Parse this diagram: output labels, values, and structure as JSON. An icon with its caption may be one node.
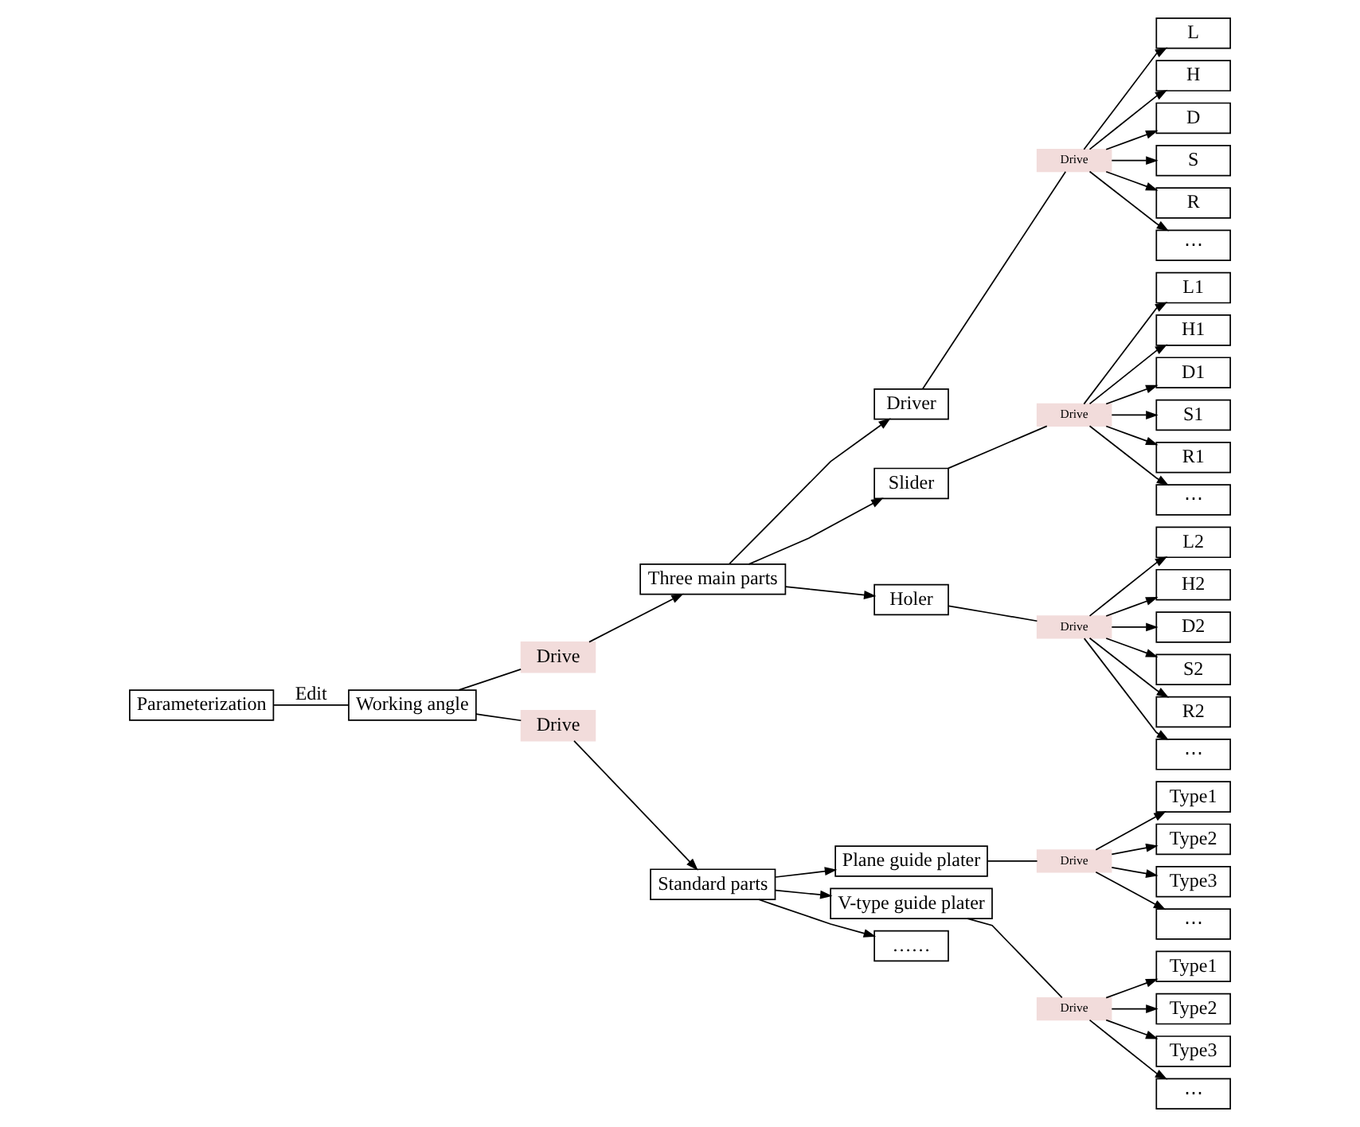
{
  "diagram": {
    "nodes": [
      {
        "text": [
          "Parameterization"
        ]
      },
      {
        "text": [
          "Working angle"
        ]
      },
      {
        "text": [
          "Drive"
        ]
      },
      {
        "text": [
          "Three main parts"
        ]
      },
      {
        "text": [
          "Drive"
        ]
      },
      {
        "text": [
          "Standard parts"
        ]
      },
      {
        "text": [
          "Driver"
        ]
      },
      {
        "text": [
          "Drive"
        ]
      },
      {
        "text": [
          "L"
        ]
      },
      {
        "text": [
          "H"
        ]
      },
      {
        "text": [
          "D"
        ]
      },
      {
        "text": [
          "S"
        ]
      },
      {
        "text": [
          "R"
        ]
      },
      {
        "text": [
          "⋯"
        ]
      },
      {
        "text": [
          "Slider"
        ]
      },
      {
        "text": [
          "Drive"
        ]
      },
      {
        "text": [
          "L1"
        ]
      },
      {
        "text": [
          "H1"
        ]
      },
      {
        "text": [
          "D1"
        ]
      },
      {
        "text": [
          "S1"
        ]
      },
      {
        "text": [
          "R1"
        ]
      },
      {
        "text": [
          "⋯"
        ]
      },
      {
        "text": [
          "Holer"
        ]
      },
      {
        "text": [
          "Drive"
        ]
      },
      {
        "text": [
          "L2"
        ]
      },
      {
        "text": [
          "H2"
        ]
      },
      {
        "text": [
          "D2"
        ]
      },
      {
        "text": [
          "S2"
        ]
      },
      {
        "text": [
          "R2"
        ]
      },
      {
        "text": [
          "⋯"
        ]
      },
      {
        "text": [
          "Plane guide plater"
        ]
      },
      {
        "text": [
          "Drive"
        ]
      },
      {
        "text": [
          "Type1"
        ]
      },
      {
        "text": [
          "Type2"
        ]
      },
      {
        "text": [
          "Type3"
        ]
      },
      {
        "text": [
          "⋯"
        ]
      },
      {
        "text": [
          "V-type guide plater"
        ]
      },
      {
        "text": [
          "Drive"
        ]
      },
      {
        "text": [
          "Type1"
        ]
      },
      {
        "text": [
          "Type2"
        ]
      },
      {
        "text": [
          "Type3"
        ]
      },
      {
        "text": [
          "⋯"
        ]
      },
      {
        "text": [
          "……"
        ]
      }
    ],
    "edges": [
      {
        "from": 0,
        "to": 1,
        "arrow": "none",
        "label": "Edit"
      },
      {
        "from": 1,
        "to": 2,
        "arrow": "none"
      },
      {
        "from": 2,
        "to": 3,
        "arrow": "to"
      },
      {
        "from": 1,
        "to": 4,
        "arrow": "none"
      },
      {
        "from": 4,
        "to": 5,
        "arrow": "to"
      },
      {
        "from": 3,
        "to": 6,
        "arrow": "to"
      },
      {
        "from": 3,
        "to": 14,
        "arrow": "to"
      },
      {
        "from": 3,
        "to": 22,
        "arrow": "to"
      },
      {
        "from": 6,
        "to": 7,
        "arrow": "none"
      },
      {
        "from": 7,
        "to": 8,
        "arrow": "to"
      },
      {
        "from": 7,
        "to": 9,
        "arrow": "to"
      },
      {
        "from": 7,
        "to": 10,
        "arrow": "to"
      },
      {
        "from": 7,
        "to": 11,
        "arrow": "to"
      },
      {
        "from": 7,
        "to": 12,
        "arrow": "to"
      },
      {
        "from": 7,
        "to": 13,
        "arrow": "to"
      },
      {
        "from": 14,
        "to": 15,
        "arrow": "none"
      },
      {
        "from": 15,
        "to": 16,
        "arrow": "to"
      },
      {
        "from": 15,
        "to": 17,
        "arrow": "to"
      },
      {
        "from": 15,
        "to": 18,
        "arrow": "to"
      },
      {
        "from": 15,
        "to": 19,
        "arrow": "to"
      },
      {
        "from": 15,
        "to": 20,
        "arrow": "to"
      },
      {
        "from": 15,
        "to": 21,
        "arrow": "to"
      },
      {
        "from": 22,
        "to": 23,
        "arrow": "none"
      },
      {
        "from": 23,
        "to": 24,
        "arrow": "to"
      },
      {
        "from": 23,
        "to": 25,
        "arrow": "to"
      },
      {
        "from": 23,
        "to": 26,
        "arrow": "to"
      },
      {
        "from": 23,
        "to": 27,
        "arrow": "to"
      },
      {
        "from": 23,
        "to": 28,
        "arrow": "to"
      },
      {
        "from": 23,
        "to": 29,
        "arrow": "to"
      },
      {
        "from": 5,
        "to": 30,
        "arrow": "to"
      },
      {
        "from": 5,
        "to": 36,
        "arrow": "to"
      },
      {
        "from": 5,
        "to": 42,
        "arrow": "to"
      },
      {
        "from": 30,
        "to": 31,
        "arrow": "none"
      },
      {
        "from": 31,
        "to": 32,
        "arrow": "to"
      },
      {
        "from": 31,
        "to": 33,
        "arrow": "to"
      },
      {
        "from": 31,
        "to": 34,
        "arrow": "to"
      },
      {
        "from": 31,
        "to": 35,
        "arrow": "to"
      },
      {
        "from": 36,
        "to": 37,
        "arrow": "none"
      },
      {
        "from": 37,
        "to": 38,
        "arrow": "to"
      },
      {
        "from": 37,
        "to": 39,
        "arrow": "to"
      },
      {
        "from": 37,
        "to": 40,
        "arrow": "to"
      },
      {
        "from": 37,
        "to": 41,
        "arrow": "to"
      }
    ]
  }
}
